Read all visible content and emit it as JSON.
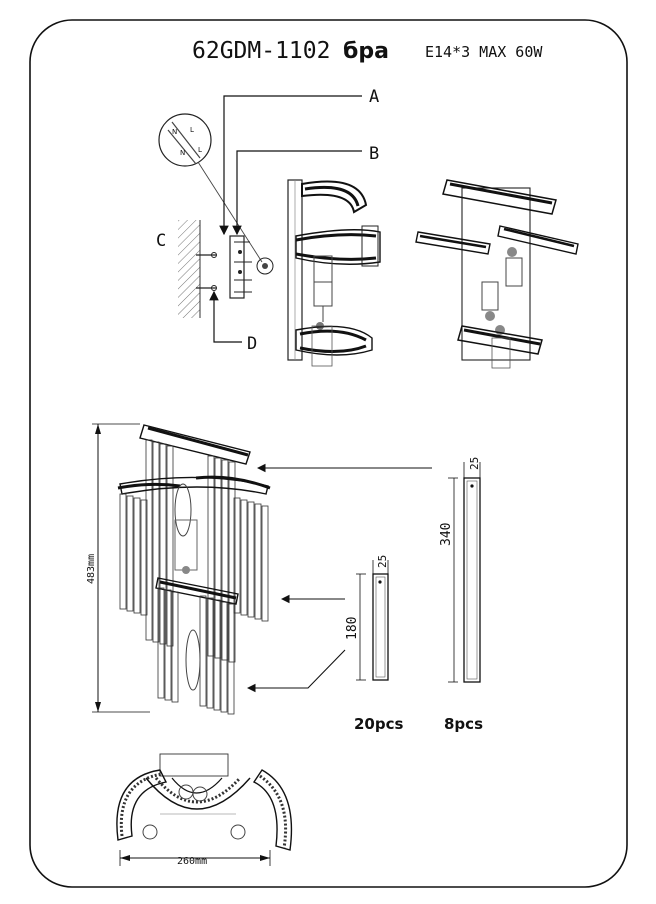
{
  "header": {
    "model": "62GDM-1102",
    "type_word": "бра",
    "spec": "E14*3 MAX 60W"
  },
  "install_labels": {
    "a": "A",
    "b": "B",
    "c": "C",
    "d": "D"
  },
  "dimensions": {
    "height": "483mm",
    "long_crystal_length": "340",
    "long_crystal_width": "25",
    "short_crystal_length": "180",
    "short_crystal_width": "25",
    "base_width": "260mm"
  },
  "counts": {
    "short_crystals": "20pcs",
    "long_crystals": "8pcs"
  }
}
